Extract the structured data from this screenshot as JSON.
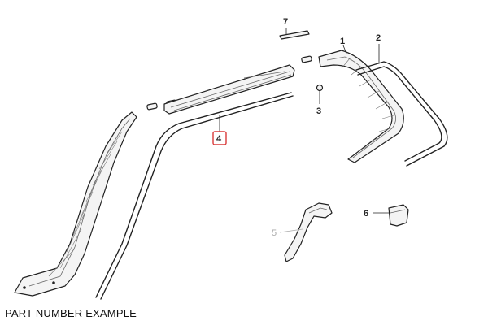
{
  "diagram": {
    "callouts": {
      "c1": "1",
      "c2": "2",
      "c3": "3",
      "c4": "4",
      "c5": "5",
      "c6": "6",
      "c7": "7"
    },
    "highlighted_callout": "4"
  },
  "caption": "PART NUMBER EXAMPLE",
  "colors": {
    "highlight": "#d93a3a",
    "line": "#222222",
    "faded": "#aaaaaa"
  }
}
